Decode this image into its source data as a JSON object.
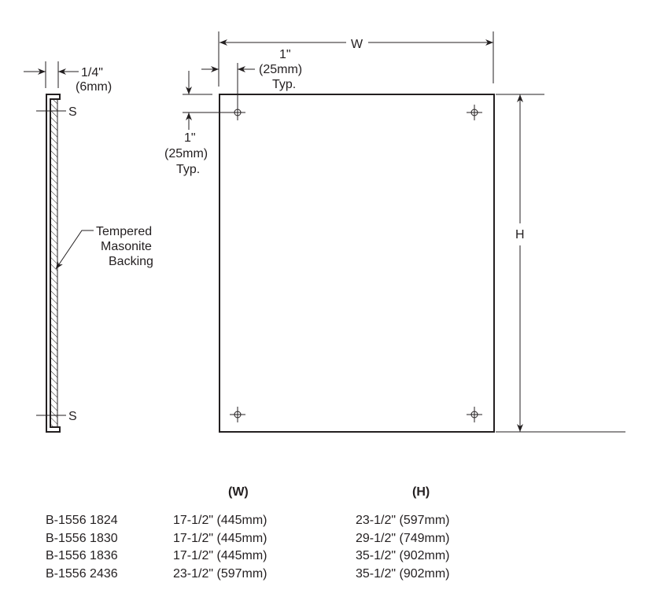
{
  "side_view": {
    "thickness_in": "1/4\"",
    "thickness_mm": "(6mm)",
    "screw_top": "S",
    "screw_bottom": "S",
    "backing_label": [
      "Tempered",
      "Masonite",
      "Backing"
    ]
  },
  "front_view": {
    "width_label": "W",
    "height_label": "H",
    "hole_offset_x": {
      "inch": "1\"",
      "mm": "(25mm)",
      "typ": "Typ."
    },
    "hole_offset_y": {
      "inch": "1\"",
      "mm": "(25mm)",
      "typ": "Typ."
    }
  },
  "table": {
    "headers": {
      "w": "(W)",
      "h": "(H)"
    },
    "rows": [
      {
        "model": "B-1556 1824",
        "w": "17-1/2\" (445mm)",
        "h": "23-1/2\" (597mm)"
      },
      {
        "model": "B-1556 1830",
        "w": "17-1/2\" (445mm)",
        "h": "29-1/2\" (749mm)"
      },
      {
        "model": "B-1556 1836",
        "w": "17-1/2\" (445mm)",
        "h": "35-1/2\" (902mm)"
      },
      {
        "model": "B-1556 2436",
        "w": "23-1/2\" (597mm)",
        "h": "35-1/2\" (902mm)"
      }
    ]
  }
}
